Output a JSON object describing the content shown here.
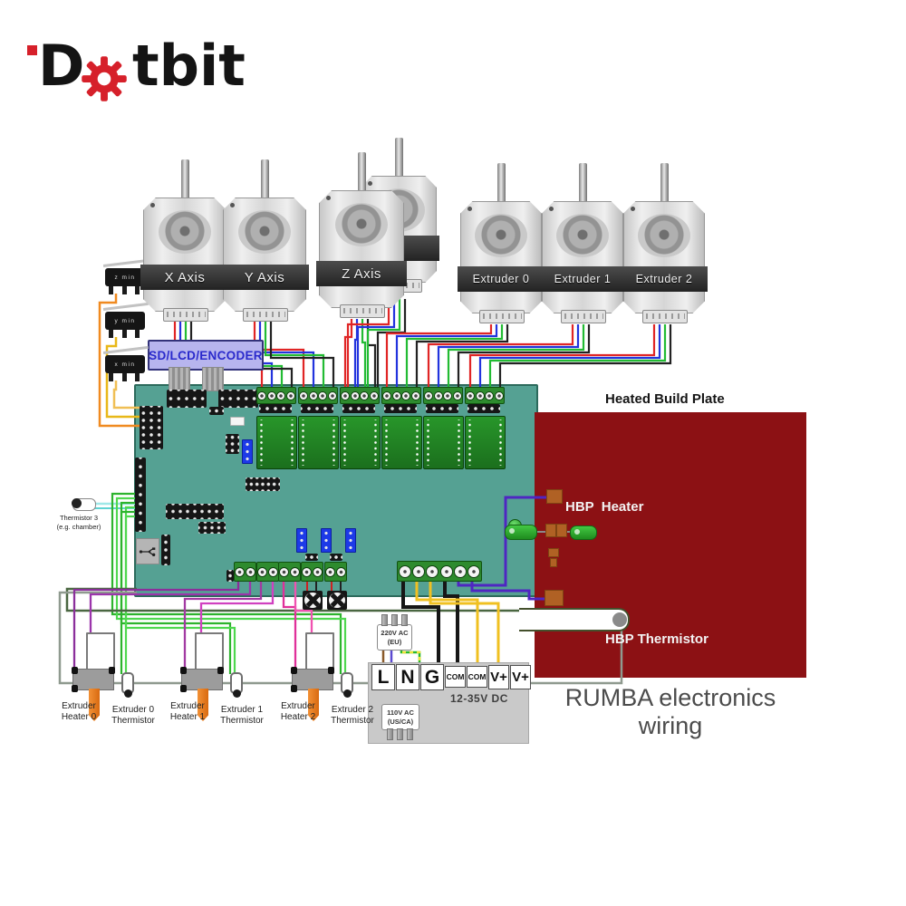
{
  "brand": {
    "d": "D",
    "rest": "tbit"
  },
  "caption": "RUMBA electronics wiring",
  "lcd_label": "SD/LCD/ENCODER",
  "hbp": {
    "title": "Heated Build Plate",
    "heater": "HBP  Heater",
    "thermistor": "HBP Thermistor"
  },
  "thermistor3": {
    "line1": "Thermistor 3",
    "line2": "(e.g. chamber)"
  },
  "motors": [
    {
      "label": "X Axis"
    },
    {
      "label": "Y Axis"
    },
    {
      "label": "Z Axis"
    },
    {
      "label": "Extruder 0"
    },
    {
      "label": "Extruder 1"
    },
    {
      "label": "Extruder 2"
    }
  ],
  "endstops": [
    {
      "label": "z min"
    },
    {
      "label": "y min"
    },
    {
      "label": "x min"
    }
  ],
  "extruders": [
    {
      "heater_line1": "Extruder",
      "heater_line2": "Heater 0",
      "therm_line1": "Extruder 0",
      "therm_line2": "Thermistor"
    },
    {
      "heater_line1": "Extruder",
      "heater_line2": "Heater 1",
      "therm_line1": "Extruder 1",
      "therm_line2": "Thermistor"
    },
    {
      "heater_line1": "Extruder",
      "heater_line2": "Heater 2",
      "therm_line1": "Extruder 2",
      "therm_line2": "Thermistor"
    }
  ],
  "power": {
    "terminals": [
      "L",
      "N",
      "G",
      "COM",
      "COM",
      "V+",
      "V+"
    ],
    "dc_label": "12-35V DC",
    "eu_plug": {
      "line1": "220V AC",
      "line2": "(EU)"
    },
    "us_plug": {
      "line1": "110V AC",
      "line2": "(US/CA)"
    }
  },
  "colors": {
    "brand_red": "#d6202a",
    "board_teal": "#55a193",
    "hbp_red": "#8c1114",
    "driver_green": "#1f7a1f",
    "terminal_green": "#2e8b2e",
    "lcd_purple": "#b7b5ee",
    "wire_red": "#e02525",
    "wire_blue": "#2233dd",
    "wire_green": "#22bb33",
    "wire_black": "#222222",
    "wire_yellow": "#f0c021",
    "wire_orange": "#f08a20",
    "wire_purple": "#8b2f9b",
    "wire_magenta": "#e0309a",
    "wire_violet": "#4f26c2",
    "wire_cyan": "#8ee6e6",
    "nozzle_orange": "#e87c20"
  }
}
